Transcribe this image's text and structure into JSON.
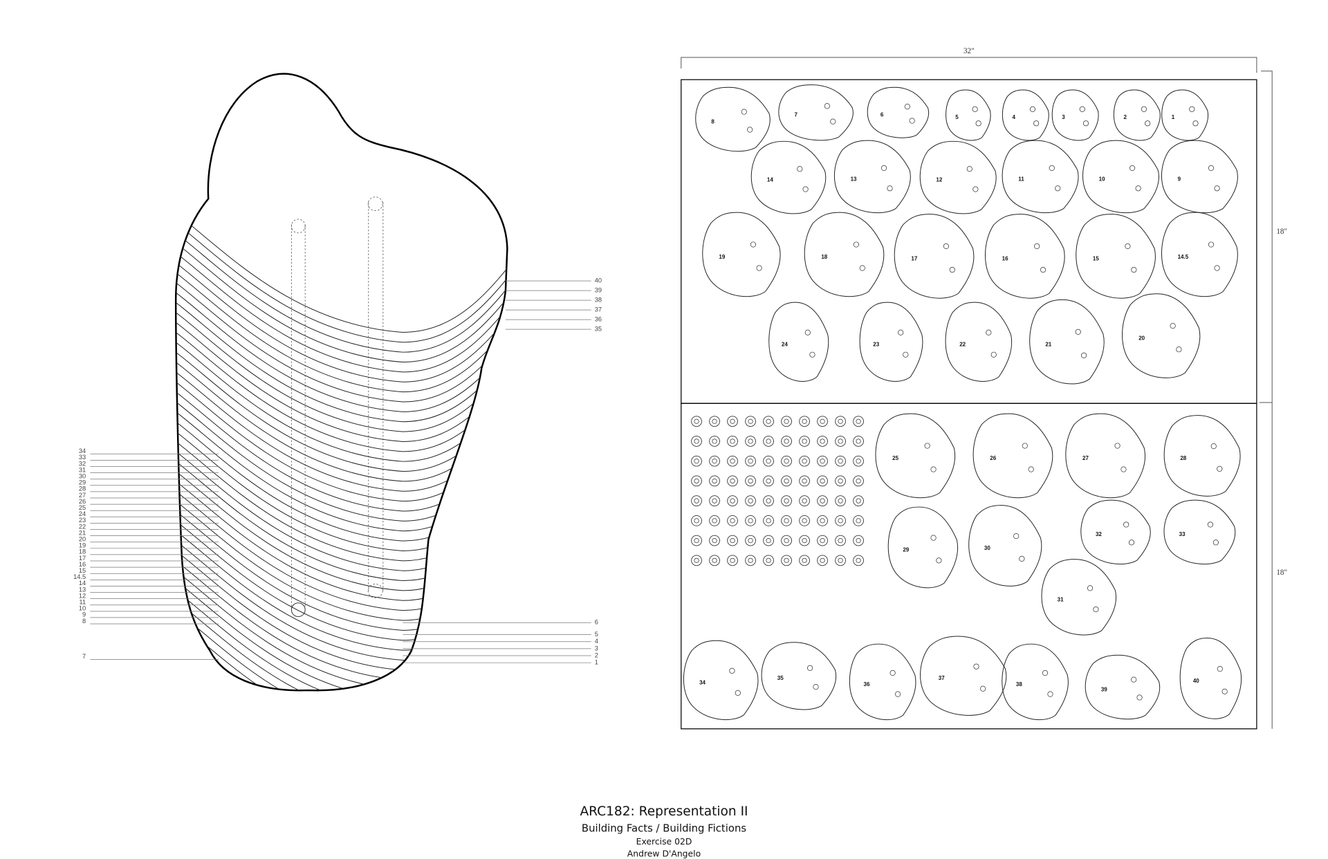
{
  "title_block": {
    "course": "ARC182: Representation II",
    "subtitle": "Building Facts /  Building Fictions",
    "exercise": "Exercise 02D",
    "author": "Andrew D'Angelo"
  },
  "dimensions": {
    "width": "32\"",
    "height_top": "18\"",
    "height_bottom": "18\""
  },
  "left_labels": [
    "34",
    "33",
    "32",
    "31",
    "30",
    "29",
    "28",
    "27",
    "26",
    "25",
    "24",
    "23",
    "22",
    "21",
    "20",
    "19",
    "18",
    "17",
    "16",
    "15",
    "14.5",
    "14",
    "13",
    "12",
    "11",
    "10",
    "9",
    "8",
    "7"
  ],
  "right_labels_top": [
    "40",
    "39",
    "38",
    "37",
    "36",
    "35"
  ],
  "right_labels_bottom": [
    "6",
    "5",
    "4",
    "3",
    "2",
    "1"
  ],
  "pieces": [
    "8",
    "7",
    "6",
    "5",
    "4",
    "3",
    "2",
    "1",
    "14",
    "13",
    "12",
    "11",
    "10",
    "9",
    "19",
    "18",
    "17",
    "16",
    "15",
    "14.5",
    "24",
    "23",
    "22",
    "21",
    "20",
    "25",
    "26",
    "27",
    "28",
    "29",
    "30",
    "32",
    "33",
    "31",
    "34",
    "35",
    "36",
    "37",
    "38",
    "39",
    "40"
  ],
  "washer_grid": {
    "columns": 10,
    "rows": 8
  }
}
